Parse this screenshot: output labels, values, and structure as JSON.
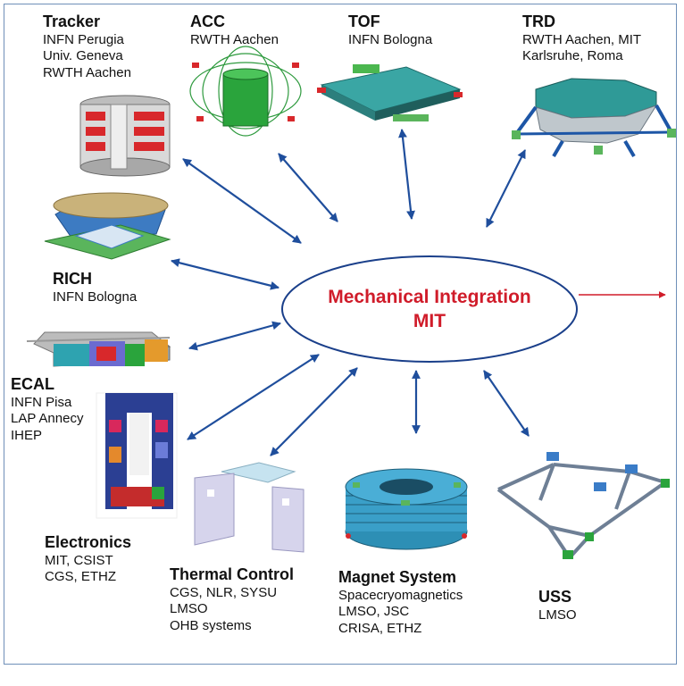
{
  "center": {
    "line1": "Mechanical Integration",
    "line2": "MIT"
  },
  "subsystems": {
    "tracker": {
      "title": "Tracker",
      "lines": [
        "INFN Perugia",
        "Univ. Geneva",
        "RWTH Aachen"
      ]
    },
    "acc": {
      "title": "ACC",
      "lines": [
        "RWTH Aachen"
      ]
    },
    "tof": {
      "title": "TOF",
      "lines": [
        "INFN Bologna"
      ]
    },
    "trd": {
      "title": "TRD",
      "lines": [
        "RWTH Aachen, MIT",
        "Karlsruhe, Roma"
      ]
    },
    "rich": {
      "title": "RICH",
      "lines": [
        "INFN Bologna"
      ]
    },
    "ecal": {
      "title": "ECAL",
      "lines": [
        "INFN Pisa",
        "LAP Annecy",
        "IHEP"
      ]
    },
    "electronics": {
      "title": "Electronics",
      "lines": [
        "MIT, CSIST",
        "CGS, ETHZ"
      ]
    },
    "thermal": {
      "title": "Thermal Control",
      "lines": [
        "CGS, NLR, SYSU",
        "LMSO",
        "OHB systems"
      ]
    },
    "magnet": {
      "title": "Magnet System",
      "lines": [
        "Spacecryomagnetics",
        "LMSO, JSC",
        "CRISA, ETHZ"
      ]
    },
    "uss": {
      "title": "USS",
      "lines": [
        "LMSO"
      ]
    }
  },
  "colors": {
    "arrow": "#1f4e9c",
    "ellipse": "#1a3f8a",
    "center_text": "#d01c2a",
    "output_arrow": "#d01c2a",
    "frame": "#6f8fb8"
  }
}
